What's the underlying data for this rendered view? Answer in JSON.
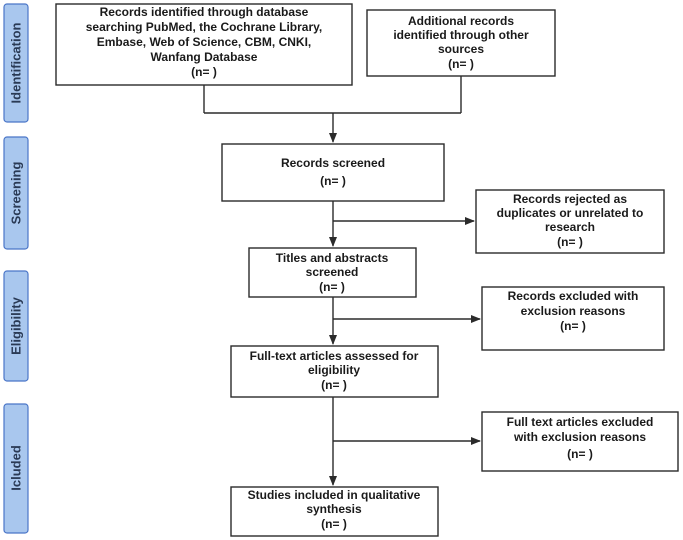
{
  "stages": [
    {
      "id": "identification",
      "label": "Identification"
    },
    {
      "id": "screening",
      "label": "Screening"
    },
    {
      "id": "eligibility",
      "label": "Eligibility"
    },
    {
      "id": "included",
      "label": "Icluded"
    }
  ],
  "boxes": {
    "database_records": {
      "lines": [
        "Records identified through database",
        "searching PubMed, the Cochrane Library,",
        "Embase, Web of Science, CBM, CNKI,",
        "Wanfang Database",
        "(n= )"
      ]
    },
    "other_sources": {
      "lines": [
        "Additional records",
        "identified through other",
        "sources",
        "(n= )"
      ]
    },
    "records_screened": {
      "lines": [
        "Records screened",
        "(n= )"
      ]
    },
    "records_rejected": {
      "lines": [
        "Records rejected as",
        "duplicates or unrelated to",
        "research",
        "(n= )"
      ]
    },
    "titles_abstracts": {
      "lines": [
        "Titles and abstracts",
        "screened",
        "(n= )"
      ]
    },
    "records_excluded": {
      "lines": [
        "Records excluded with",
        "exclusion reasons",
        "(n= )"
      ]
    },
    "fulltext_assessed": {
      "lines": [
        "Full-text articles assessed for",
        "eligibility",
        "(n= )"
      ]
    },
    "fulltext_excluded": {
      "lines": [
        "Full text articles excluded",
        "with exclusion reasons",
        "(n= )"
      ]
    },
    "studies_included": {
      "lines": [
        "Studies included in qualitative",
        "synthesis",
        "(n= )"
      ]
    }
  },
  "colors": {
    "stage_fill": "#a9c7ee",
    "stage_stroke": "#4a76c8",
    "box_stroke": "#2b2b2b",
    "line": "#2b2b2b"
  }
}
